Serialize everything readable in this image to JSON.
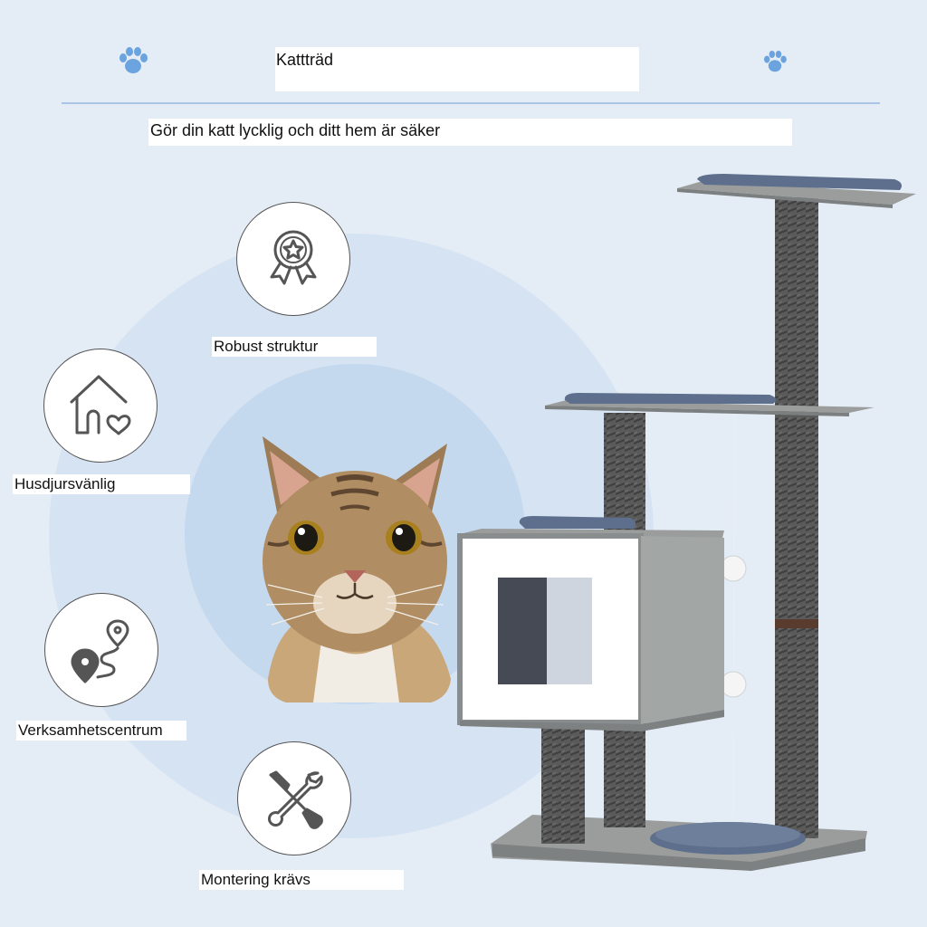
{
  "header": {
    "title": "Kattträd",
    "subtitle": "Gör din katt lycklig och ditt hem är säker",
    "left_icon": "paw-icon",
    "right_icon": "paw-icon"
  },
  "features": [
    {
      "icon": "award-ribbon-icon",
      "label": "Robust struktur"
    },
    {
      "icon": "house-heart-icon",
      "label": "Husdjursvänlig"
    },
    {
      "icon": "location-route-icon",
      "label": "Verksamhetscentrum"
    },
    {
      "icon": "tools-icon",
      "label": "Montering krävs"
    }
  ],
  "colors": {
    "background": "#e4ecf6",
    "accent": "#6aa3dd",
    "divider": "#a9c4e4",
    "post": "#5a5a5a",
    "platform": "#9a9d9c",
    "cushion": "#5d6f8c"
  }
}
